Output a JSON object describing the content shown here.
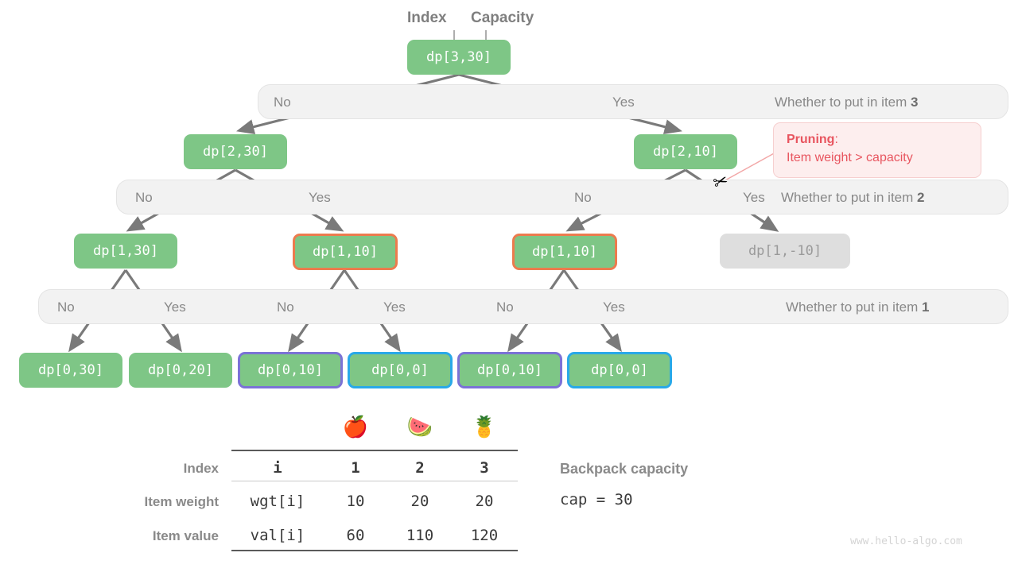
{
  "annotations": {
    "index_label": "Index",
    "capacity_label": "Capacity"
  },
  "levels": [
    {
      "title": "Whether to put in item 3",
      "branches": [
        "No",
        "Yes"
      ]
    },
    {
      "title": "Whether to put in item 2",
      "branches": [
        "No",
        "Yes",
        "No",
        "Yes"
      ]
    },
    {
      "title": "Whether to put in item 1",
      "branches": [
        "No",
        "Yes",
        "No",
        "Yes",
        "No",
        "Yes"
      ]
    }
  ],
  "nodes": {
    "root": "dp[3,30]",
    "level2": [
      "dp[2,30]",
      "dp[2,10]"
    ],
    "level3": [
      "dp[1,30]",
      "dp[1,10]",
      "dp[1,10]",
      "dp[1,-10]"
    ],
    "level4": [
      "dp[0,30]",
      "dp[0,20]",
      "dp[0,10]",
      "dp[0,0]",
      "dp[0,10]",
      "dp[0,0]"
    ]
  },
  "pruning": {
    "title": "Pruning",
    "colon": ":",
    "reason": "Item weight > capacity",
    "icon": "scissors-icon",
    "glyph": "✂"
  },
  "table": {
    "emojis": [
      "🍎",
      "🍉",
      "🍍"
    ],
    "rows": [
      {
        "label": "Index",
        "key": "i",
        "values": [
          "1",
          "2",
          "3"
        ]
      },
      {
        "label": "Item weight",
        "key": "wgt[i]",
        "values": [
          "10",
          "20",
          "20"
        ]
      },
      {
        "label": "Item value",
        "key": "val[i]",
        "values": [
          "60",
          "110",
          "120"
        ]
      }
    ]
  },
  "capacity_note": {
    "title": "Backpack capacity",
    "value": "cap = 30"
  },
  "watermark": "www.hello-algo.com",
  "colors": {
    "node_green": "#7ec686",
    "node_gray": "#dedede",
    "border_orange": "#ec7b4e",
    "border_purple": "#7b72d6",
    "border_cyan": "#29a9e8",
    "pruning_red": "#e8555f",
    "bar_bg": "#f2f2f2",
    "edge_gray": "#7a7a7a"
  }
}
